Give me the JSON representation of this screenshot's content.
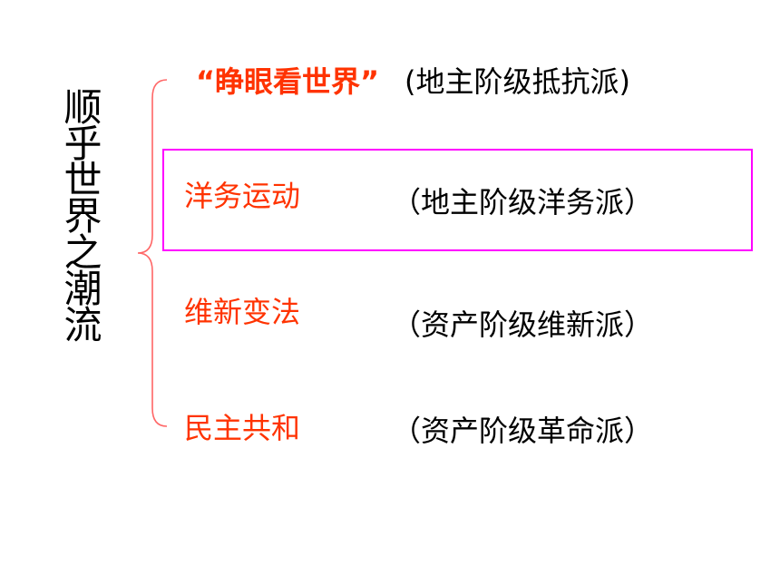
{
  "slide": {
    "title": "顺乎世界之潮流",
    "items": [
      {
        "name": "“睁眼看世界”",
        "class": "(地主阶级抵抗派)"
      },
      {
        "name": "洋务运动",
        "class": "（地主阶级洋务派）"
      },
      {
        "name": "维新变法",
        "class": "（资产阶级维新派）"
      },
      {
        "name": "民主共和",
        "class": "（资产阶级革命派）"
      }
    ]
  },
  "colors": {
    "item_name": "#ff3300",
    "text": "#000000",
    "highlight_border": "#ff00ff",
    "brace": "#ff6666"
  }
}
